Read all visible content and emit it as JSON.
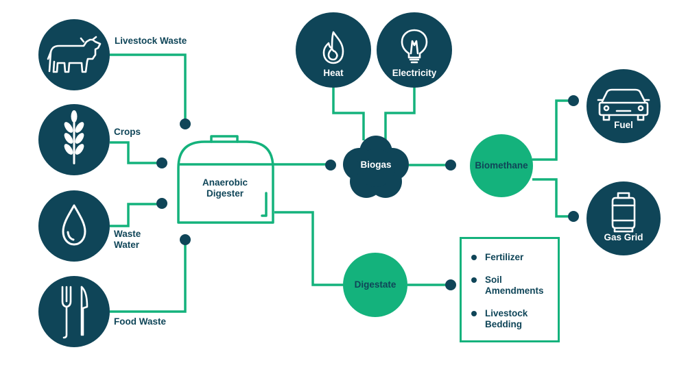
{
  "diagram": {
    "title": "",
    "colors": {
      "navy": "#0f4558",
      "green": "#14b27c",
      "white": "#ffffff"
    },
    "inputs": [
      {
        "label": "Livestock Waste",
        "icon": "cow-icon"
      },
      {
        "label": "Crops",
        "icon": "wheat-icon"
      },
      {
        "label": "Waste\nWater",
        "icon": "water-drop-icon"
      },
      {
        "label": "Food Waste",
        "icon": "fork-knife-icon"
      }
    ],
    "digester": {
      "label": "Anaerobic\nDigester",
      "icon": "tank-icon"
    },
    "biogas": {
      "label": "Biogas"
    },
    "biogas_uses": [
      {
        "label": "Heat",
        "icon": "flame-icon"
      },
      {
        "label": "Electricity",
        "icon": "lightbulb-icon"
      }
    ],
    "biomethane": {
      "label": "Biomethane"
    },
    "biomethane_uses": [
      {
        "label": "Fuel",
        "icon": "car-icon"
      },
      {
        "label": "Gas Grid",
        "icon": "gas-cylinder-icon"
      }
    ],
    "digestate": {
      "label": "Digestate"
    },
    "digestate_uses": [
      "Fertilizer",
      "Soil\nAmendments",
      "Livestock\nBedding"
    ]
  }
}
